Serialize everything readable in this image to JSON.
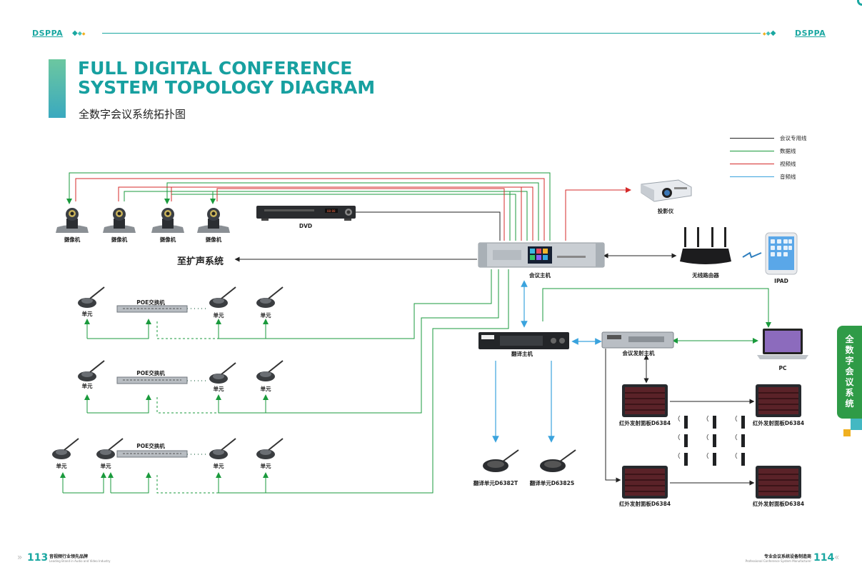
{
  "header": {
    "brand_left": "DSPPA",
    "brand_right": "DSPPA"
  },
  "title": {
    "line1": "FULL DIGITAL CONFERENCE",
    "line2": "SYSTEM TOPOLOGY DIAGRAM",
    "subtitle": "全数字会议系统拓扑图"
  },
  "legend": [
    {
      "label": "会议专用线",
      "color": "#222222"
    },
    {
      "label": "数据线",
      "color": "#1a9a3c"
    },
    {
      "label": "视频线",
      "color": "#d42a2a"
    },
    {
      "label": "音频线",
      "color": "#3aa3dd"
    }
  ],
  "devices": {
    "camera": "摄像机",
    "dvd": "DVD",
    "host": "会议主机",
    "projector": "投影仪",
    "router": "无线路由器",
    "ipad": "IPAD",
    "pa": "至扩声系统",
    "poe": "POE交换机",
    "unit": "单元",
    "translator_host": "翻译主机",
    "ir_host": "会议发射主机",
    "pc": "PC",
    "ir_panel": "红外发射面板D6384",
    "trans_unit_t": "翻译单元D6382T",
    "trans_unit_s": "翻译单元D6382S"
  },
  "side_tab": "全数字会议系统",
  "footer": {
    "left_num": "113",
    "left_title": "音视频行业领先品牌",
    "left_sub": "Leading Brand in Audio and Video Industry",
    "right_title": "专业会议系统设备制造商",
    "right_sub": "Professional Conference System Manufacturer",
    "right_num": "114",
    "chev_left": "»",
    "chev_right": "«"
  }
}
